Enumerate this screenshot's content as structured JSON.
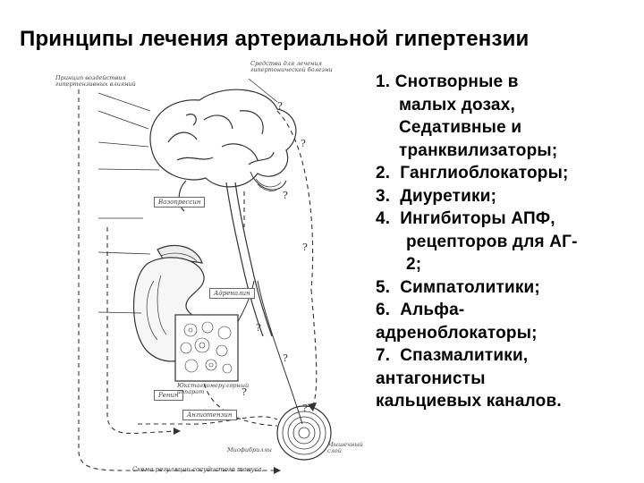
{
  "title": "Принципы лечения артериальной гипертензии",
  "list": {
    "i1": {
      "num": "1.",
      "lines": [
        "Снотворные в",
        "малых дозах,",
        "Седативные и",
        "транквилизаторы;"
      ]
    },
    "i2": {
      "num": "2.",
      "text": "Ганглиоблокаторы;"
    },
    "i3": {
      "num": "3.",
      "text": "Диуретики;"
    },
    "i4": {
      "num": "4.",
      "lines": [
        "Ингибиторы АПФ,",
        "рецепторов для АГ-",
        "2;"
      ]
    },
    "i5": {
      "num": "5.",
      "text": "Симпатолитики;"
    },
    "i6": {
      "num": "6.",
      "lines": [
        "Альфа-",
        "адреноблокаторы;"
      ]
    },
    "i7": {
      "num": "7.",
      "lines": [
        "Спазмалитики,",
        "антагонисты",
        "кальциевых каналов."
      ]
    }
  },
  "figure": {
    "caption": "Схема регуляции сосудистого тонуса.",
    "labels": {
      "top_left": "Принцип воздействия гипертензивных влияний",
      "top_right": "Средства для лечения гипертонической болезни",
      "vasopressin": "Вазопрессин",
      "adrenaline": "Адреналин",
      "renin": "Ренин",
      "angiotensin": "Ангиотензин",
      "juxta": "Юкстагломерулярный аппарат",
      "myofibrils": "Миофибриллы",
      "muscle": "Мышечный слой"
    }
  }
}
